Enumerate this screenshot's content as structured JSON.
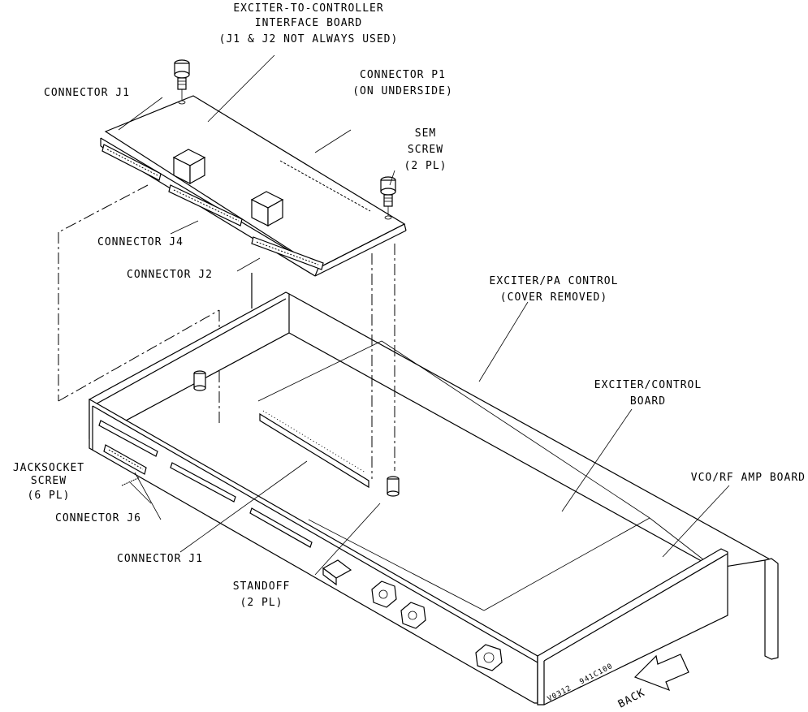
{
  "labels": {
    "interface_board_line1": "EXCITER-TO-CONTROLLER",
    "interface_board_line2": "INTERFACE BOARD",
    "interface_board_line3": "(J1 & J2 NOT ALWAYS USED)",
    "connector_j1_top": "CONNECTOR J1",
    "connector_p1_line1": "CONNECTOR P1",
    "connector_p1_line2": "(ON UNDERSIDE)",
    "sem_screw_line1": "SEM",
    "sem_screw_line2": "SCREW",
    "sem_screw_line3": "(2 PL)",
    "connector_j4": "CONNECTOR J4",
    "connector_j2": "CONNECTOR J2",
    "exciter_pa_line1": "EXCITER/PA CONTROL",
    "exciter_pa_line2": "(COVER REMOVED)",
    "exciter_control_line1": "EXCITER/CONTROL",
    "exciter_control_line2": "BOARD",
    "jacksocket_line1": "JACKSOCKET",
    "jacksocket_line2": "SCREW",
    "jacksocket_line3": "(6 PL)",
    "connector_j6": "CONNECTOR J6",
    "vco_rf_amp": "VCO/RF AMP BOARD",
    "connector_j1_bottom": "CONNECTOR J1",
    "standoff_line1": "STANDOFF",
    "standoff_line2": "(2 PL)",
    "back_arrow": "BACK",
    "drawing_number": "V0312 _941C100"
  },
  "icons": [
    "sem-screw-icon",
    "standoff-icon",
    "back-arrow-icon",
    "bnc-connector-icon"
  ]
}
